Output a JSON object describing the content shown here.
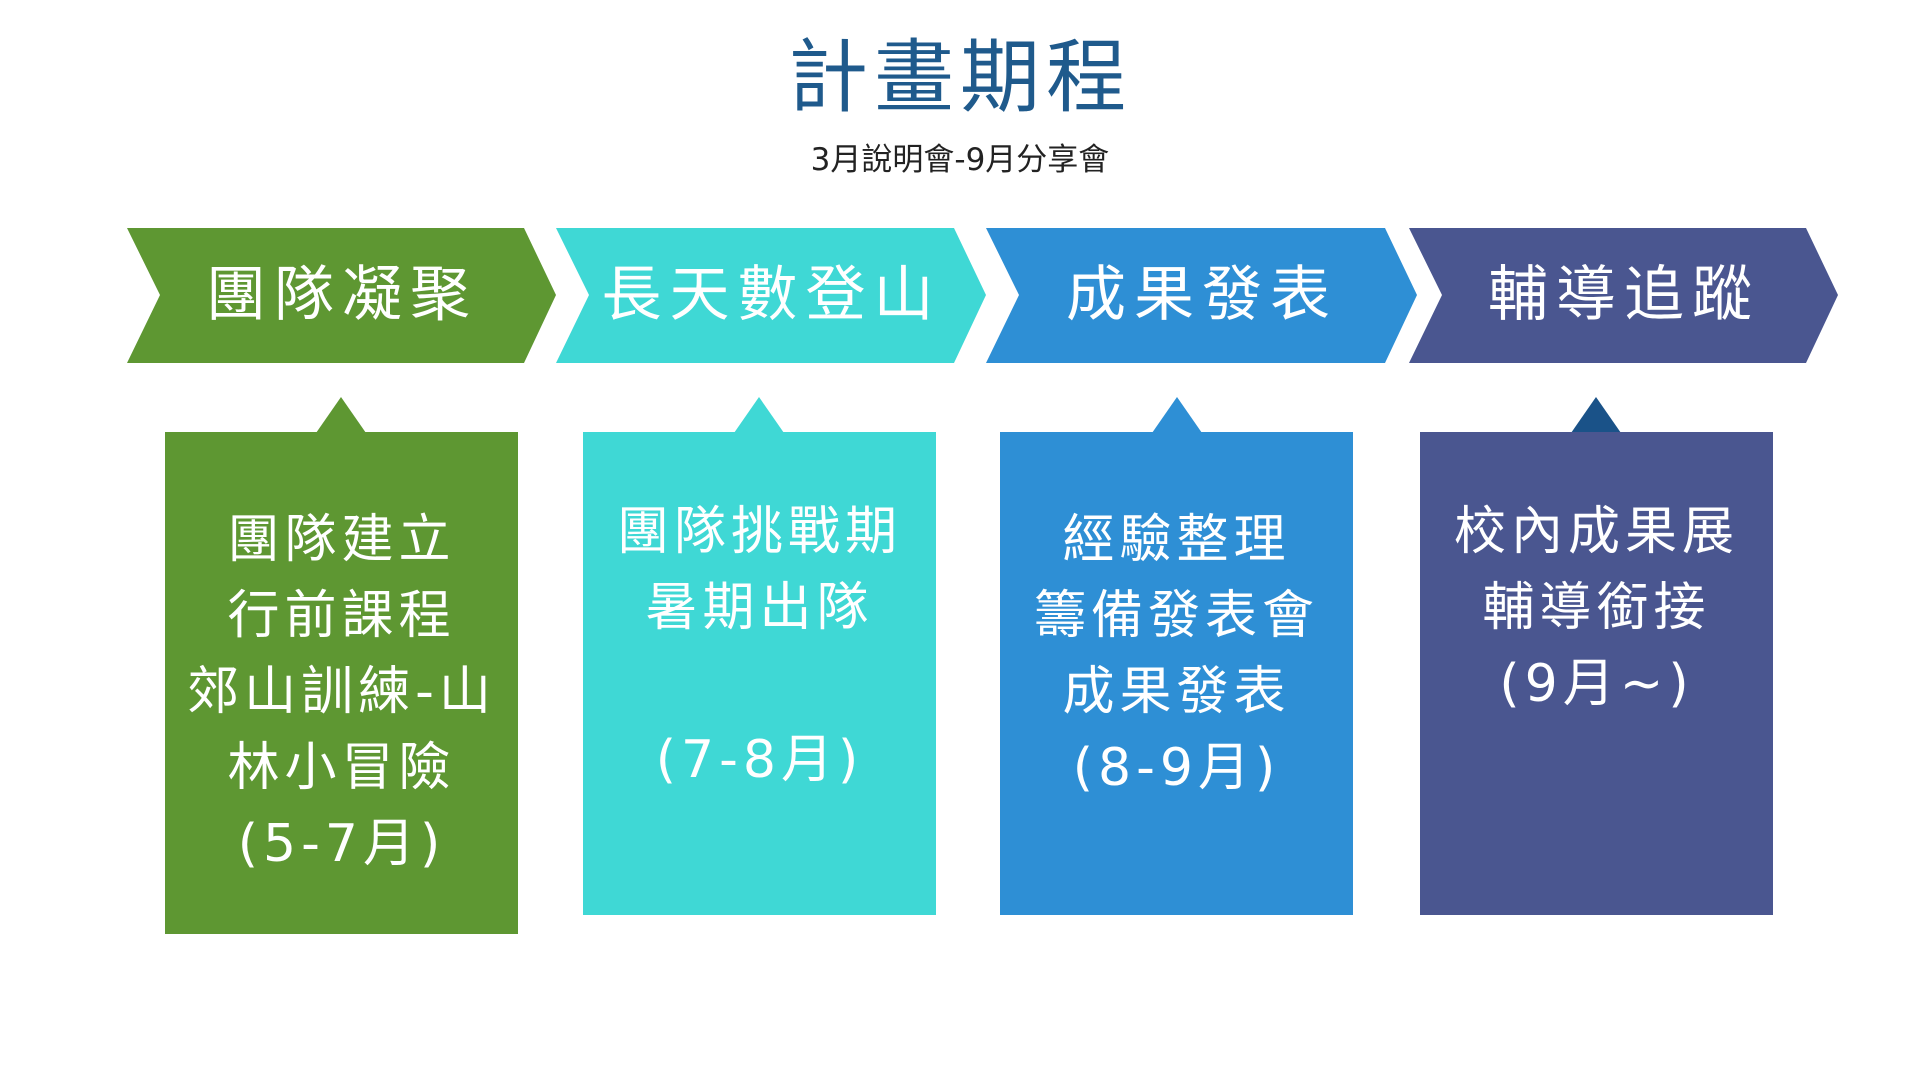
{
  "title": "計畫期程",
  "subtitle": "3月說明會-9月分享會",
  "colors": {
    "green": "#5e9732",
    "cyan": "#3fd8d5",
    "blue": "#2e8fd5",
    "purple": "#4a5690",
    "title": "#1f5a8c",
    "marker_dark": "#1a5288"
  },
  "phases": [
    {
      "label": "團隊凝聚",
      "details": [
        "團隊建立",
        "行前課程",
        "郊山訓練-山",
        "林小冒險",
        "(5-7月)"
      ]
    },
    {
      "label": "長天數登山",
      "details": [
        "團隊挑戰期",
        "暑期出隊",
        "",
        "(7-8月)"
      ]
    },
    {
      "label": "成果發表",
      "details": [
        "經驗整理",
        "籌備發表會",
        "成果發表",
        "(8-9月)"
      ]
    },
    {
      "label": "輔導追蹤",
      "details": [
        "校內成果展",
        "輔導銜接",
        "(9月~)"
      ]
    }
  ]
}
